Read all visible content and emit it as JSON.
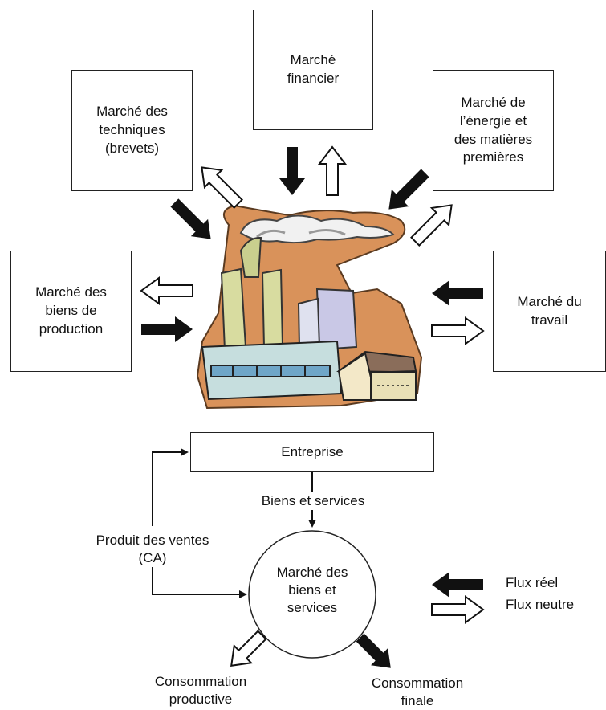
{
  "markets": {
    "financial": "Marché\nfinancier",
    "techniques": "Marché des\ntechniques\n(brevets)",
    "energy": "Marché de\nl’énergie et\ndes matières\npremières",
    "production_goods": "Marché des\nbiens de\nproduction",
    "labor": "Marché du\ntravail"
  },
  "flow": {
    "enterprise": "Entreprise",
    "goods_services": "Biens et services",
    "sales_proceeds": "Produit des ventes\n(CA)",
    "goods_market": "Marché des\nbiens et\nservices",
    "productive_consumption": "Consommation\nproductive",
    "final_consumption": "Consommation\nfinale"
  },
  "legend": {
    "real_flow": "Flux réel",
    "neutral_flow": "Flux neutre"
  },
  "colors": {
    "real_flow": "#111111",
    "neutral_flow": "#ffffff",
    "factory_outline": "#d9925a"
  }
}
